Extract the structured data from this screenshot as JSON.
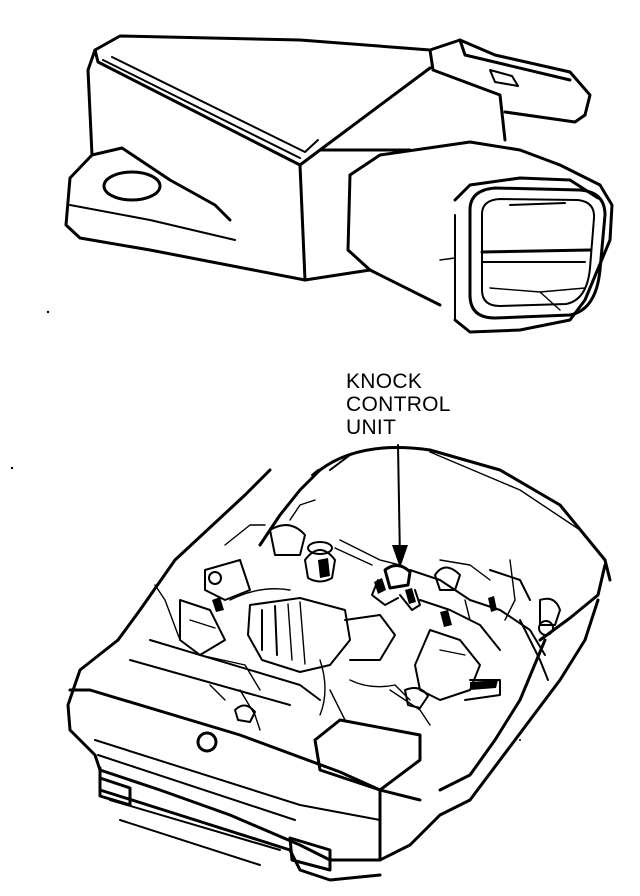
{
  "callout": {
    "lines": [
      "KNOCK",
      "CONTROL",
      "UNIT"
    ]
  },
  "icons": {
    "module": "knock-control-module-illustration",
    "car": "car-engine-bay-illustration",
    "pointer": "arrow-down-icon"
  }
}
